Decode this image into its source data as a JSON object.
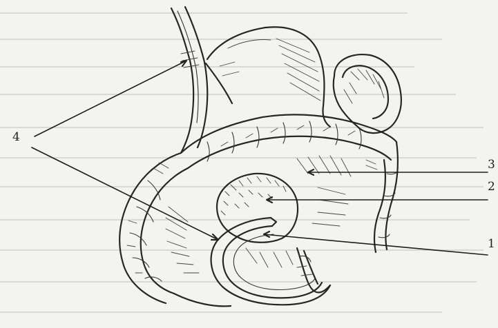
{
  "figure": {
    "labels": {
      "one": "1",
      "two": "2",
      "three": "3",
      "four": "4"
    }
  },
  "colors": {
    "paper": "#f3f3f1",
    "ink": "#262626"
  }
}
